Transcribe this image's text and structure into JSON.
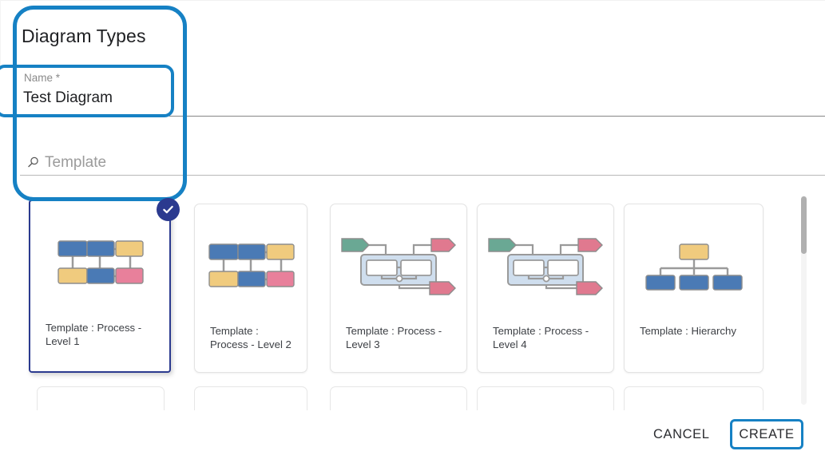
{
  "dialog": {
    "title": "Diagram Types"
  },
  "name_field": {
    "label": "Name *",
    "value": "Test Diagram",
    "focused": true,
    "accent_color": "#1681c4"
  },
  "search": {
    "placeholder": "Template",
    "value": "",
    "icon": "search-icon"
  },
  "templates": {
    "selected_index": 0,
    "items": [
      {
        "label": "Template : Process - Level 1",
        "thumb": "process-grid",
        "selected": true,
        "badge_icon": "check-circle-icon"
      },
      {
        "label": "Template : Process - Level 2",
        "thumb": "process-grid",
        "selected": false
      },
      {
        "label": "Template : Process - Level 3",
        "thumb": "process-swimlane",
        "selected": false
      },
      {
        "label": "Template : Process - Level 4",
        "thumb": "process-swimlane",
        "selected": false
      },
      {
        "label": "Template : Hierarchy",
        "thumb": "hierarchy",
        "selected": false
      }
    ]
  },
  "scrollbar": {
    "orientation": "vertical",
    "thumb_position_percent": 0
  },
  "footer": {
    "cancel_label": "CANCEL",
    "create_label": "CREATE",
    "create_focused": true
  },
  "colors": {
    "accent_blue": "#1681c4",
    "selected_navy": "#2b3a8f",
    "node_blue": "#4a7ab5",
    "node_yellow": "#f0cb7e",
    "node_pink": "#e8809b",
    "node_green": "#6aa894",
    "lane_fill": "#cfdeee",
    "node_stroke": "#8d8d8d"
  }
}
